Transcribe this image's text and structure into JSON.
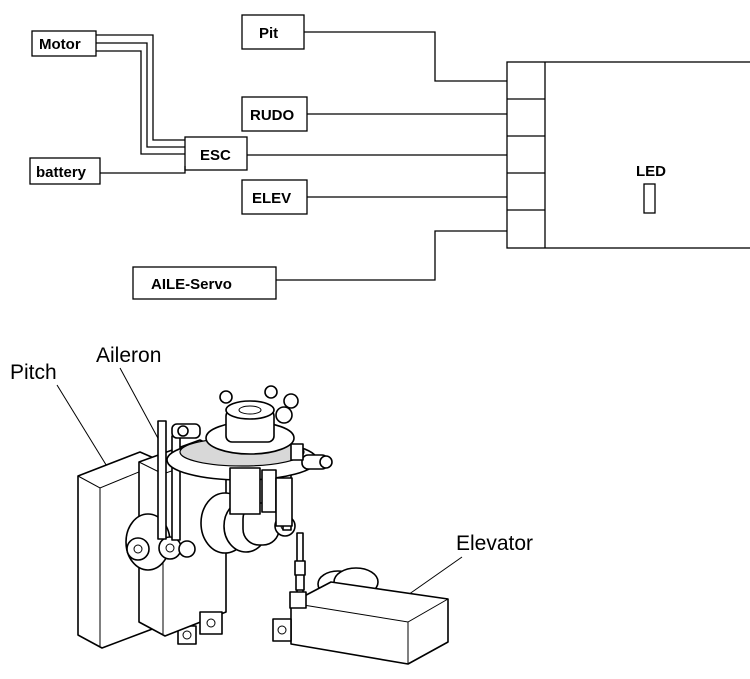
{
  "wiring": {
    "motor": "Motor",
    "battery": "battery",
    "esc": "ESC",
    "pit": "Pit",
    "rudo": "RUDO",
    "elev": "ELEV",
    "aile_servo": "AILE-Servo",
    "led": "LED"
  },
  "servos": {
    "pitch": "Pitch",
    "aileron": "Aileron",
    "elevator": "Elevator"
  }
}
